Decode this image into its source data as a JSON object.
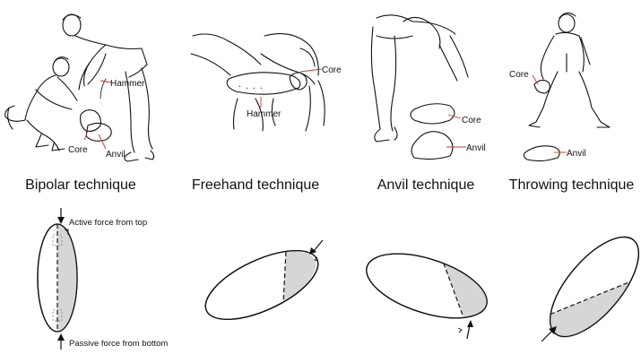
{
  "panels": [
    {
      "title": "Bipolar technique",
      "labels": {
        "hammer": "Hammer",
        "core": "Core",
        "anvil": "Anvil"
      },
      "annotations": {
        "top": "Active force from top",
        "bottom": "Passive force from bottom"
      }
    },
    {
      "title": "Freehand technique",
      "labels": {
        "core": "Core",
        "hammer": "Hammer"
      }
    },
    {
      "title": "Anvil technique",
      "labels": {
        "core": "Core",
        "anvil": "Anvil"
      }
    },
    {
      "title": "Throwing technique",
      "labels": {
        "core": "Core",
        "anvil": "Anvil"
      }
    }
  ],
  "colors": {
    "line": "#111111",
    "shade": "#d6d6d6",
    "leader": "#c0392b"
  }
}
